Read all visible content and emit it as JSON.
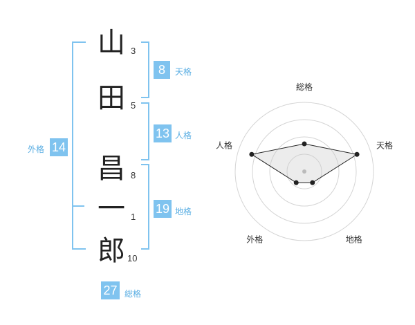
{
  "name_chars": [
    {
      "char": "山",
      "strokes": "3"
    },
    {
      "char": "田",
      "strokes": "5"
    },
    {
      "char": "昌",
      "strokes": "8"
    },
    {
      "char": "一",
      "strokes": "1"
    },
    {
      "char": "郎",
      "strokes": "10"
    }
  ],
  "scores": {
    "tenkaku": {
      "value": "8",
      "label": "天格"
    },
    "jinkaku": {
      "value": "13",
      "label": "人格"
    },
    "chikaku": {
      "value": "19",
      "label": "地格"
    },
    "gaikaku": {
      "value": "14",
      "label": "外格"
    },
    "soukaku": {
      "value": "27",
      "label": "総格"
    }
  },
  "colors": {
    "accent": "#7fc3ef",
    "accent_text": "#5aaee3",
    "char_text": "#222222"
  },
  "chart_data": {
    "type": "radar",
    "axes": [
      "総格",
      "天格",
      "地格",
      "外格",
      "人格"
    ],
    "values": [
      2,
      4,
      1,
      1,
      4
    ],
    "rlim": [
      0,
      5
    ],
    "rings": 4
  }
}
